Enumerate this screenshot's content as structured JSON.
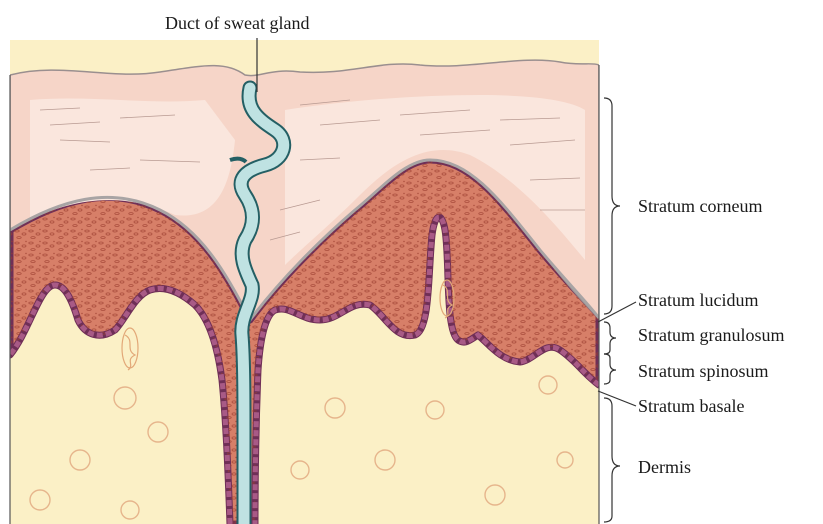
{
  "labels": {
    "duct": "Duct of sweat gland",
    "corneum": "Stratum corneum",
    "lucidum": "Stratum lucidum",
    "granulosum": "Stratum granulosum",
    "spinosum": "Stratum spinosum",
    "basale": "Stratum basale",
    "dermis": "Dermis"
  },
  "colors": {
    "corneum": "#f6d5c8",
    "corneum_edge": "#eebcaa",
    "lucidum_line": "#a8a4a4",
    "spinosum": "#d77f68",
    "spinosum_texture": "#9c3e30",
    "basale": "#a85a86",
    "basale_outline": "#6f2f57",
    "dermis": "#fbf0c6",
    "duct": "#bfe2e2",
    "duct_outline": "#245f64",
    "leader": "#333333"
  }
}
